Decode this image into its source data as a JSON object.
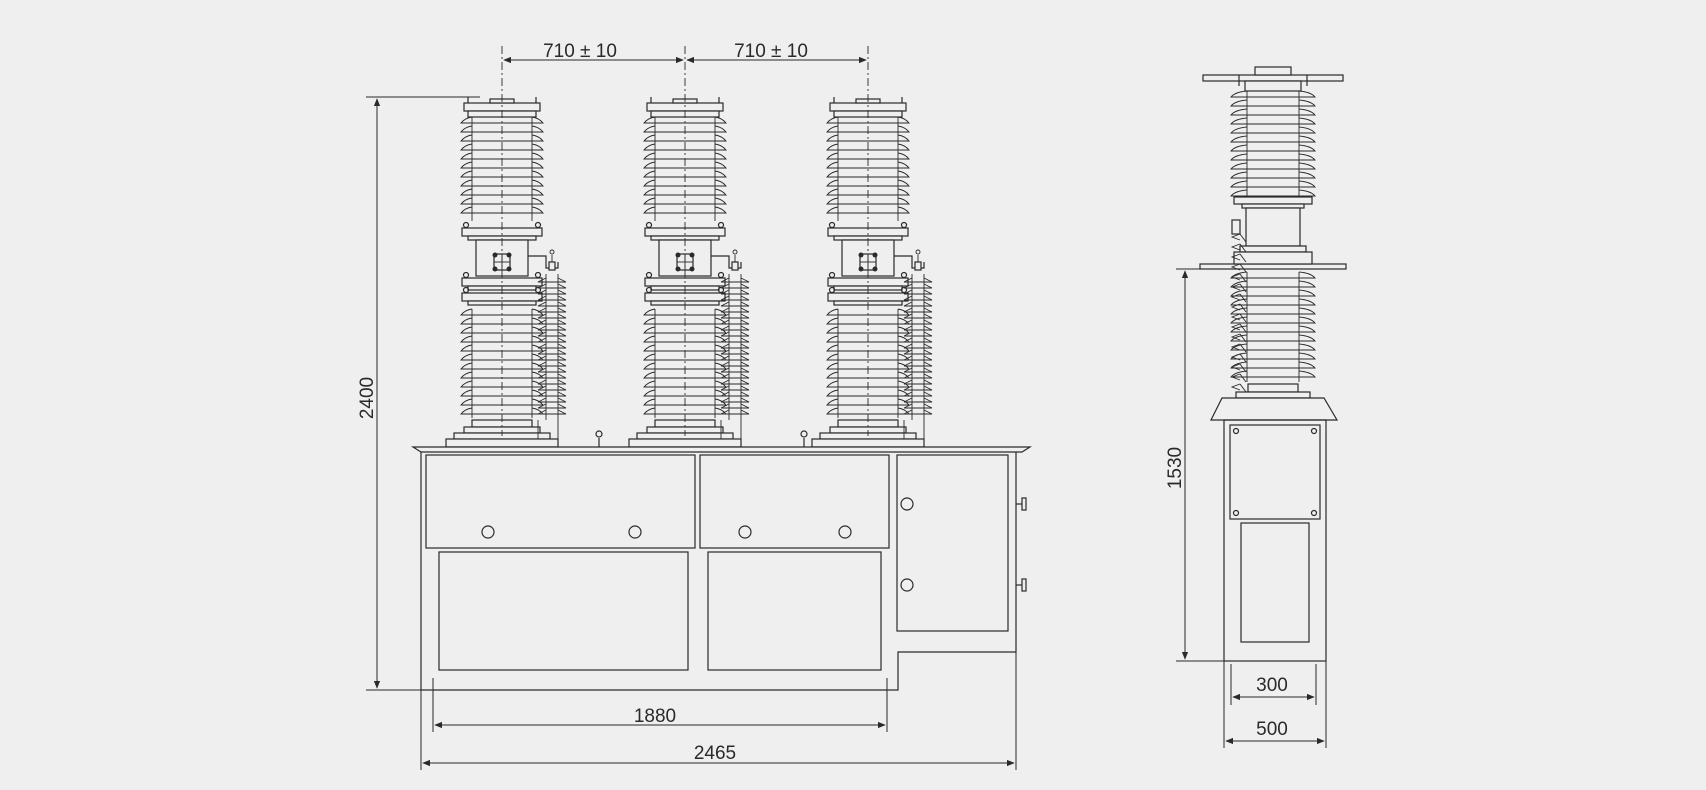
{
  "diagram": {
    "dimensions": {
      "pole_spacing_left": "710 ± 10",
      "pole_spacing_right": "710 ± 10",
      "total_height": "2400",
      "frame_inner_width": "1880",
      "total_width": "2465",
      "side_height": "1530",
      "side_inner_width": "300",
      "side_outer_width": "500"
    },
    "colors": {
      "background": "#efefef",
      "line": "#2a2a2a"
    }
  }
}
